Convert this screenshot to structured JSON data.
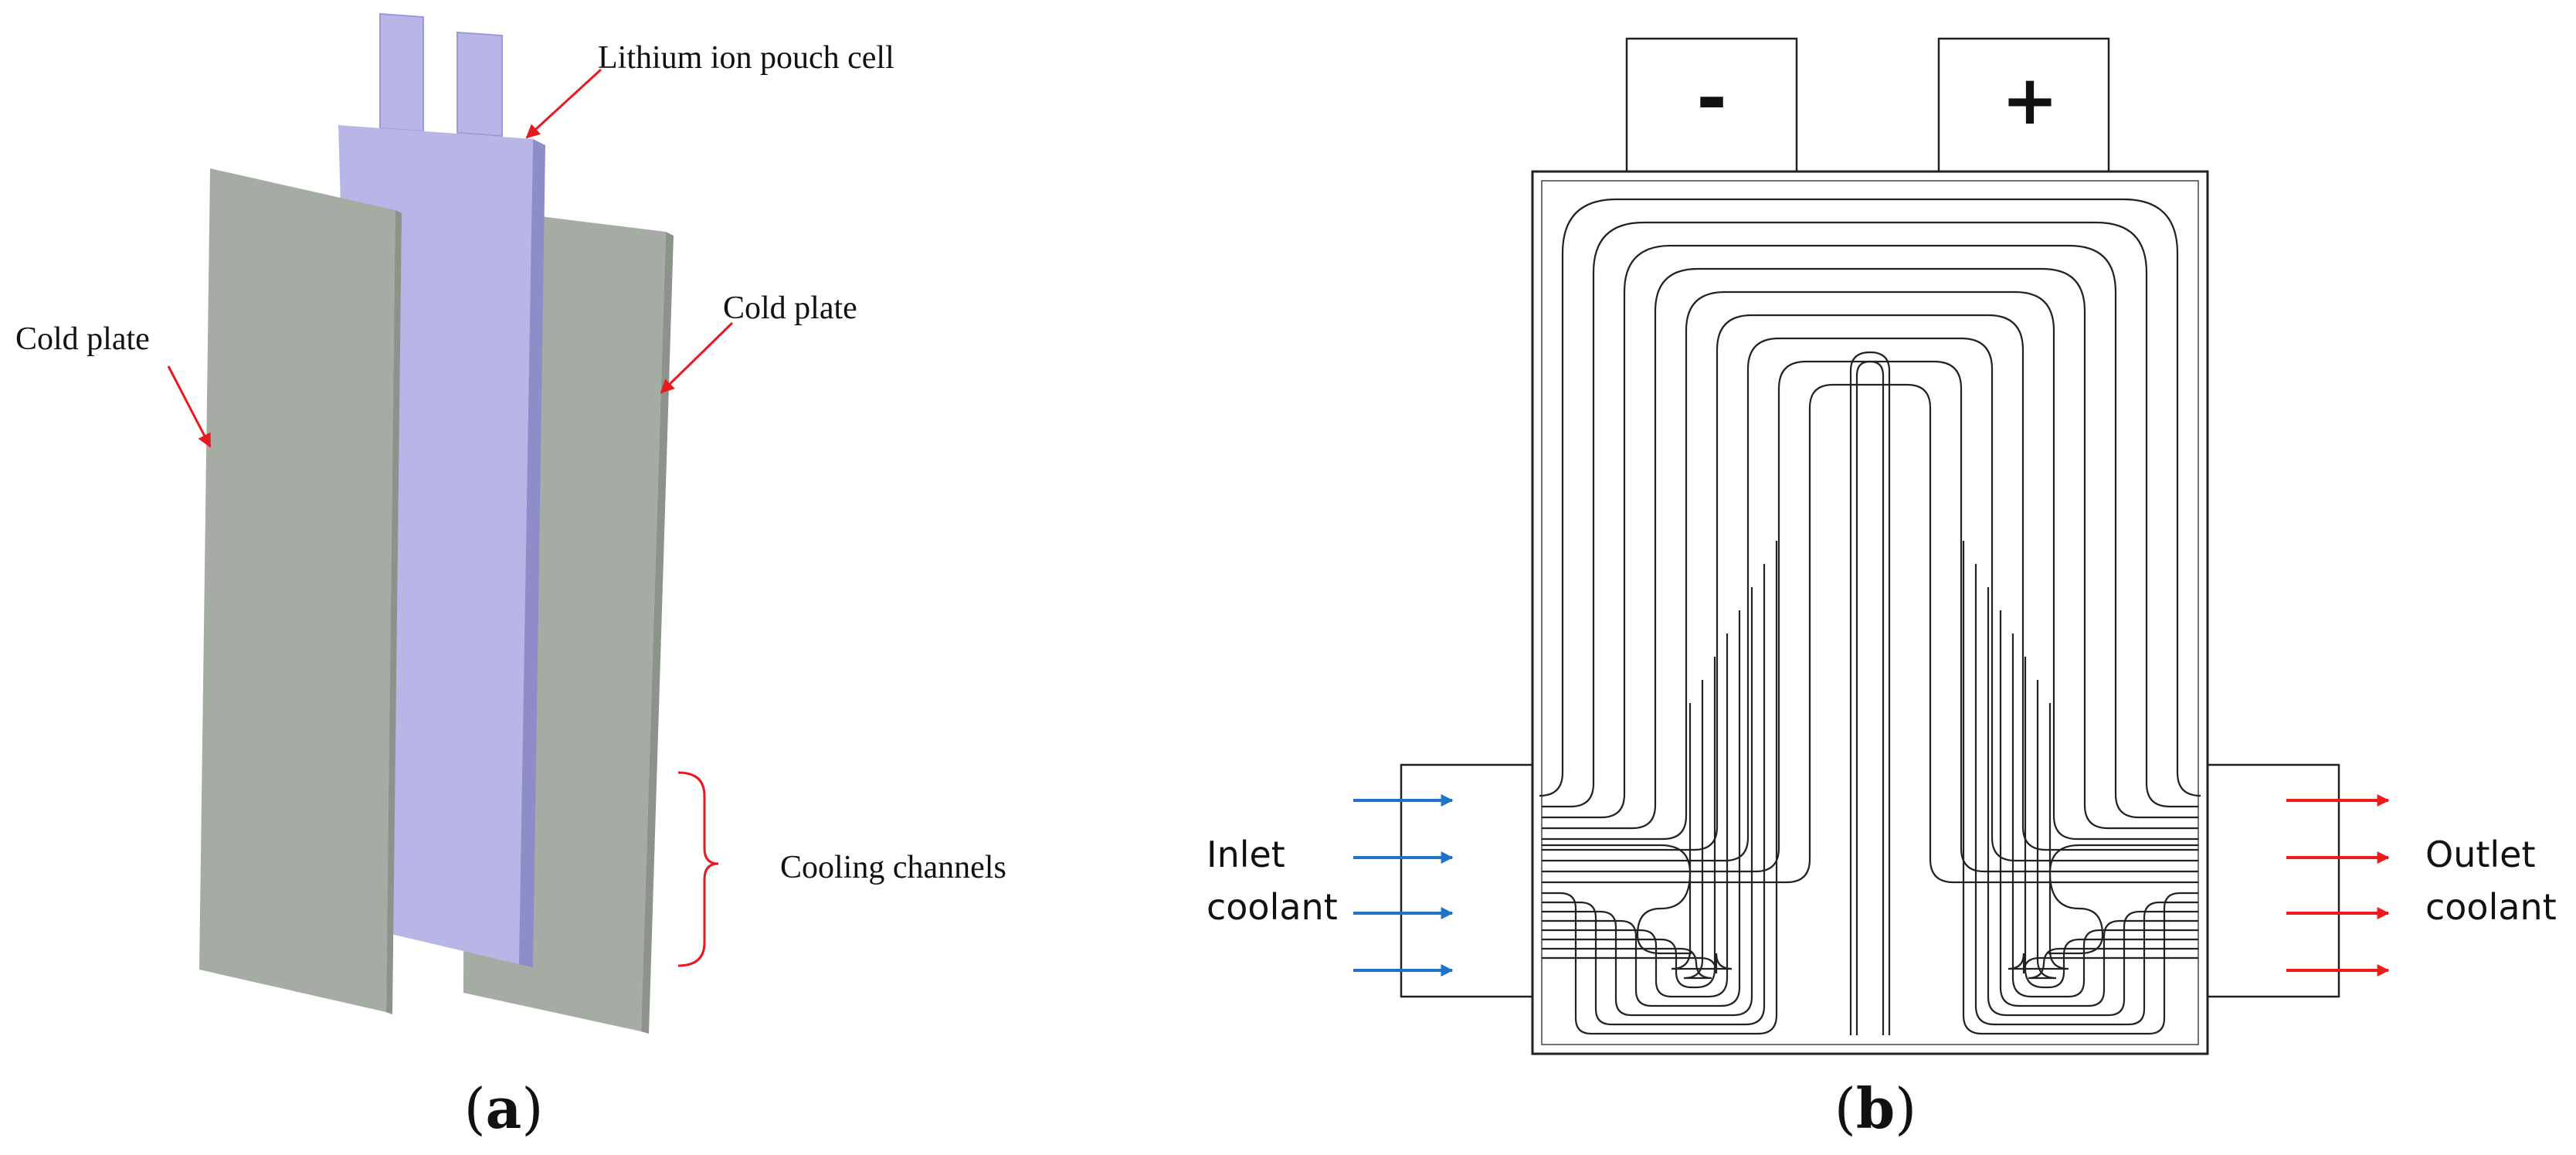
{
  "panel_a": {
    "caption_open": "(",
    "caption_letter": "a",
    "caption_close": ")",
    "labels": {
      "pouch_cell": "Lithium ion pouch cell",
      "cold_plate_left": "Cold plate",
      "cold_plate_right": "Cold plate",
      "cooling_channels": "Cooling channels"
    }
  },
  "panel_b": {
    "caption_open": "(",
    "caption_letter": "b",
    "caption_close": ")",
    "terminals": {
      "negative": "-",
      "positive": "+"
    },
    "inlet_line1": "Inlet",
    "inlet_line2": "coolant",
    "outlet_line1": "Outlet",
    "outlet_line2": "coolant"
  },
  "colors": {
    "cold_plate": "#a5aca4",
    "cold_plate_edge": "#8c938b",
    "pouch_cell": "#b7b6e6",
    "pouch_cell_side": "#8e8cc9",
    "inlet_arrow": "#1f73c9",
    "outlet_arrow": "#ee1b1b",
    "annotation_arrow": "#e8191f"
  },
  "icons": {
    "annotation": "red-arrow-icon",
    "inlet": "blue-arrow-right-icon",
    "outlet": "red-arrow-right-icon"
  }
}
